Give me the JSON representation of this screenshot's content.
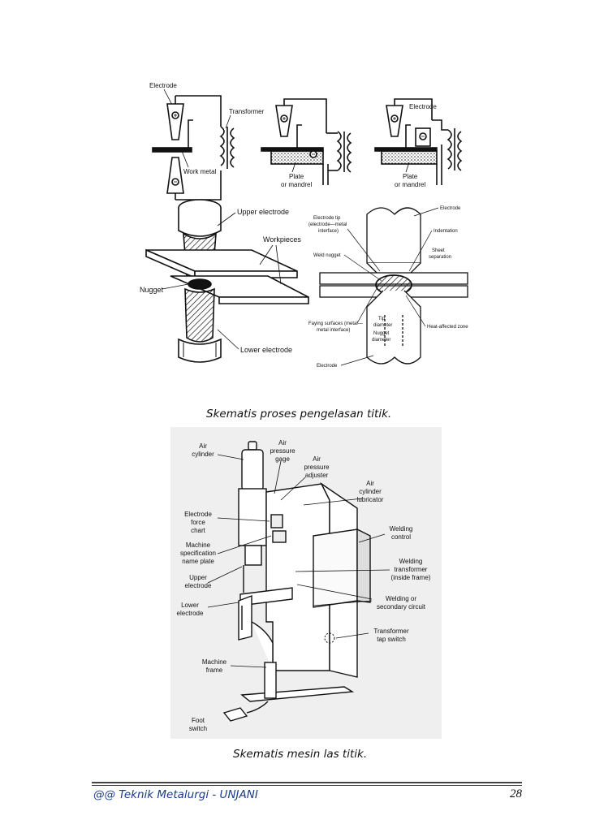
{
  "figure1": {
    "labels": {
      "electrode": "Electrode",
      "transformer": "Transformer",
      "work_metal": "Work metal",
      "electrode_2": "Electrode",
      "plate1_a": "Plate",
      "plate1_b": "or mandrel",
      "plate2_a": "Plate",
      "plate2_b": "or mandrel",
      "upper_electrode": "Upper electrode",
      "workpieces": "Workpieces",
      "nugget": "Nugget",
      "lower_electrode": "Lower electrode",
      "electrode_right": "Electrode",
      "electrode_tip_a": "Electrode tip",
      "electrode_tip_b": "(electrode—metal",
      "electrode_tip_c": "interface)",
      "indentation": "Indentation",
      "sheet_sep_a": "Sheet",
      "sheet_sep_b": "separation",
      "weld_nugget": "Weld nugget",
      "faying_a": "Faying surfaces (metal—",
      "faying_b": "metal interface)",
      "tip_diam_a": "Tip",
      "tip_diam_b": "diameter",
      "nugget_diam_a": "Nugget",
      "nugget_diam_b": "diameter",
      "haz": "Heat-affected zone",
      "electrode_bottom": "Electrode"
    }
  },
  "caption1": "Skematis proses pengelasan titik.",
  "figure2": {
    "labels": {
      "air_cylinder_a": "Air",
      "air_cylinder_b": "cylinder",
      "air_pressure_gage_a": "Air",
      "air_pressure_gage_b": "pressure",
      "air_pressure_gage_c": "gage",
      "air_pressure_adj_a": "Air",
      "air_pressure_adj_b": "pressure",
      "air_pressure_adj_c": "adjuster",
      "air_cyl_lub_a": "Air",
      "air_cyl_lub_b": "cylinder",
      "air_cyl_lub_c": "lubricator",
      "electrode_force_a": "Electrode",
      "electrode_force_b": "force",
      "electrode_force_c": "chart",
      "machine_spec_a": "Machine",
      "machine_spec_b": "specification",
      "machine_spec_c": "name plate",
      "welding_control_a": "Welding",
      "welding_control_b": "control",
      "welding_transformer_a": "Welding",
      "welding_transformer_b": "transformer",
      "welding_transformer_c": "(inside frame)",
      "upper_electrode_a": "Upper",
      "upper_electrode_b": "electrode",
      "lower_electrode_a": "Lower",
      "lower_electrode_b": "electrode",
      "welding_circuit_a": "Welding or",
      "welding_circuit_b": "secondary circuit",
      "transformer_tap_a": "Transformer",
      "transformer_tap_b": "tap switch",
      "machine_frame_a": "Machine",
      "machine_frame_b": "frame",
      "foot_switch_a": "Foot",
      "foot_switch_b": "switch"
    }
  },
  "caption2": "Skematis mesin las titik.",
  "footer": {
    "left": "@@ Teknik Metalurgi - UNJANI",
    "page_number": "28"
  }
}
